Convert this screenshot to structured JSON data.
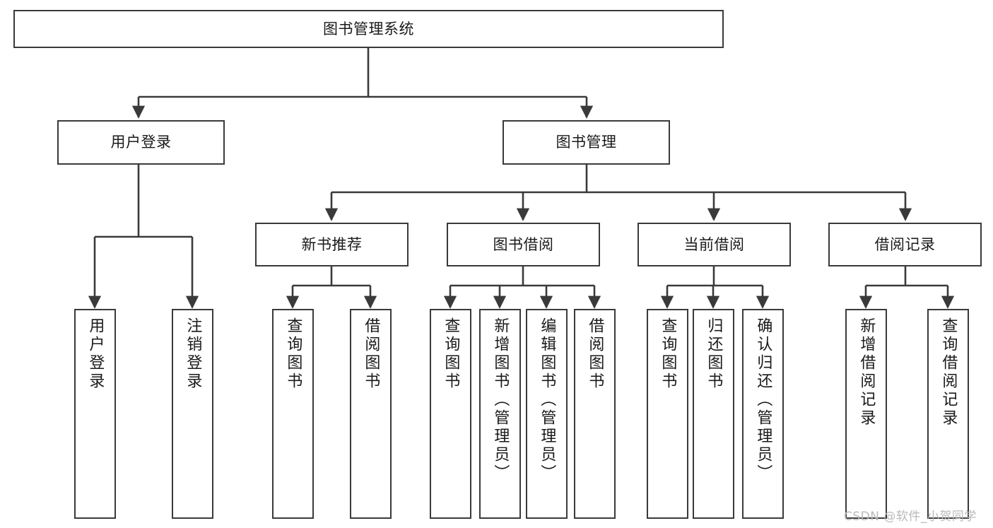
{
  "diagram": {
    "title": "图书管理系统",
    "type": "functional-structure-tree",
    "colors": {
      "box_border": "#3a3a3a",
      "box_fill": "#ffffff",
      "edge": "#3a3a3a",
      "text": "#1a1a1a",
      "watermark": "#b9b9b9",
      "background": "#ffffff"
    },
    "root": {
      "label": "图书管理系统"
    },
    "level2": [
      {
        "label": "用户登录"
      },
      {
        "label": "图书管理"
      }
    ],
    "level3": [
      {
        "label": "新书推荐"
      },
      {
        "label": "图书借阅"
      },
      {
        "label": "当前借阅"
      },
      {
        "label": "借阅记录"
      }
    ],
    "leaves": {
      "user_login": [
        {
          "label": "用户登录"
        },
        {
          "label": "注销登录"
        }
      ],
      "new_book_recommend": [
        {
          "label": "查询图书"
        },
        {
          "label": "借阅图书"
        }
      ],
      "book_borrow": [
        {
          "label": "查询图书"
        },
        {
          "label": "新增图书（管理员）"
        },
        {
          "label": "编辑图书（管理员）"
        },
        {
          "label": "借阅图书"
        }
      ],
      "current_borrow": [
        {
          "label": "查询图书"
        },
        {
          "label": "归还图书"
        },
        {
          "label": "确认归还（管理员）"
        }
      ],
      "borrow_record": [
        {
          "label": "新增借阅记录"
        },
        {
          "label": "查询借阅记录"
        }
      ]
    }
  },
  "watermark": {
    "text": "CSDN @软件_小贺同学"
  }
}
